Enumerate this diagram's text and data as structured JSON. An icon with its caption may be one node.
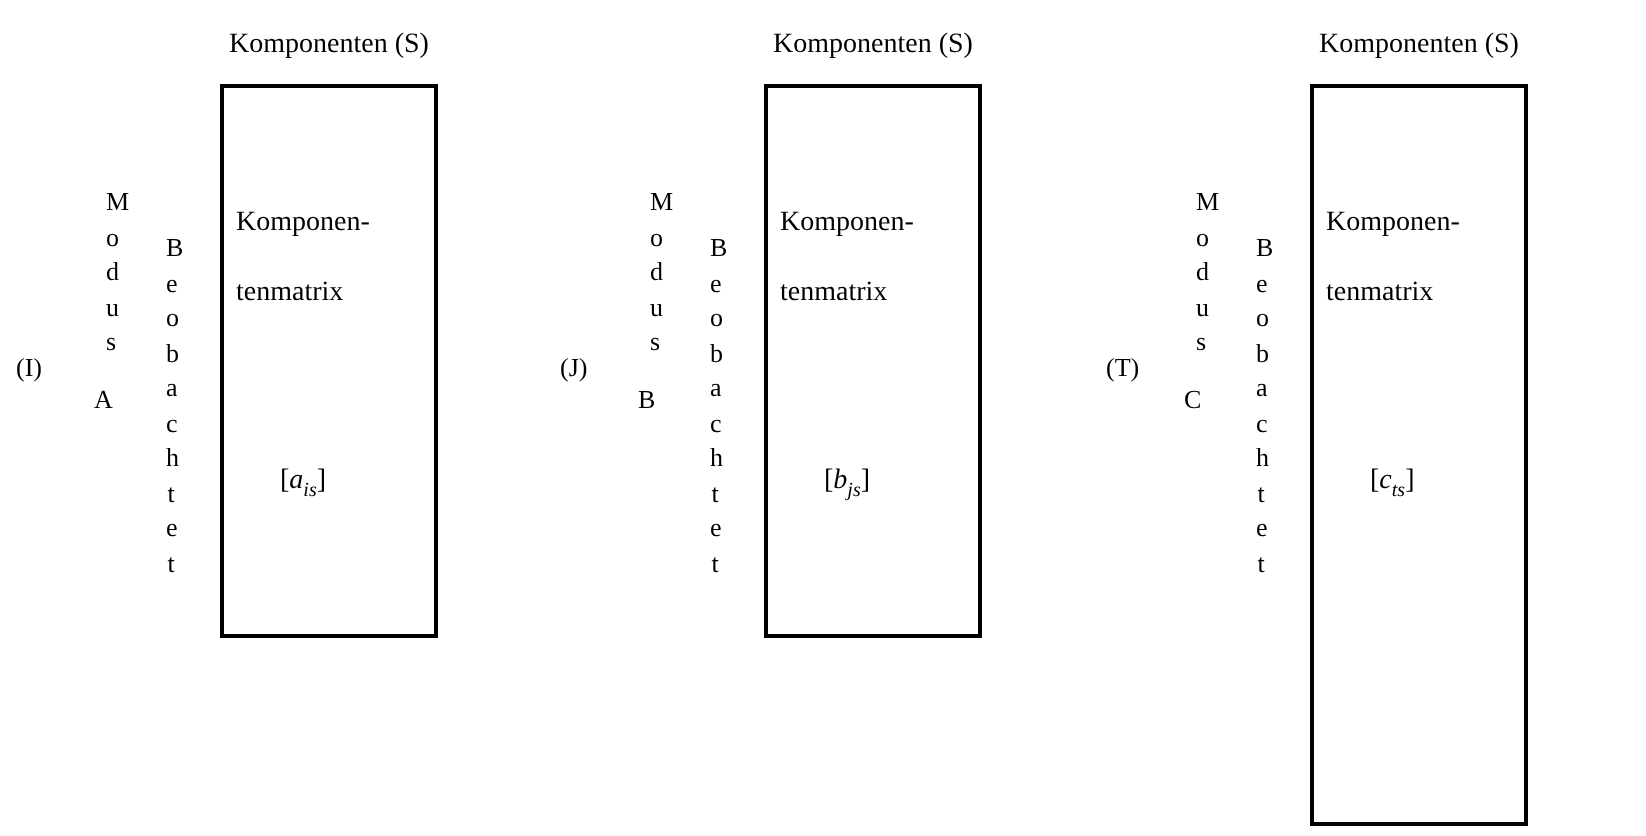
{
  "diagram": {
    "nodes": [
      {
        "text": [
          "Komponenten (S)",
          "Komponen- tenmatrix",
          "[*a*$_{is}$]"
        ],
        "beside": [
          "(I)",
          "Modus",
          "A",
          "Beobachtet"
        ]
      },
      {
        "text": [
          "Komponenten (S)",
          "Komponen- tenmatrix",
          "[*b*$_{js}$]"
        ],
        "beside": [
          "(J)",
          "Modus",
          "B",
          "Beobachtet"
        ]
      },
      {
        "text": [
          "Komponenten (S)",
          "Komponen- tenmatrix",
          "[*c*$_{ts}$]"
        ],
        "beside": [
          "(T)",
          "Modus",
          "C",
          "Beobachtet"
        ]
      }
    ],
    "edges": []
  }
}
